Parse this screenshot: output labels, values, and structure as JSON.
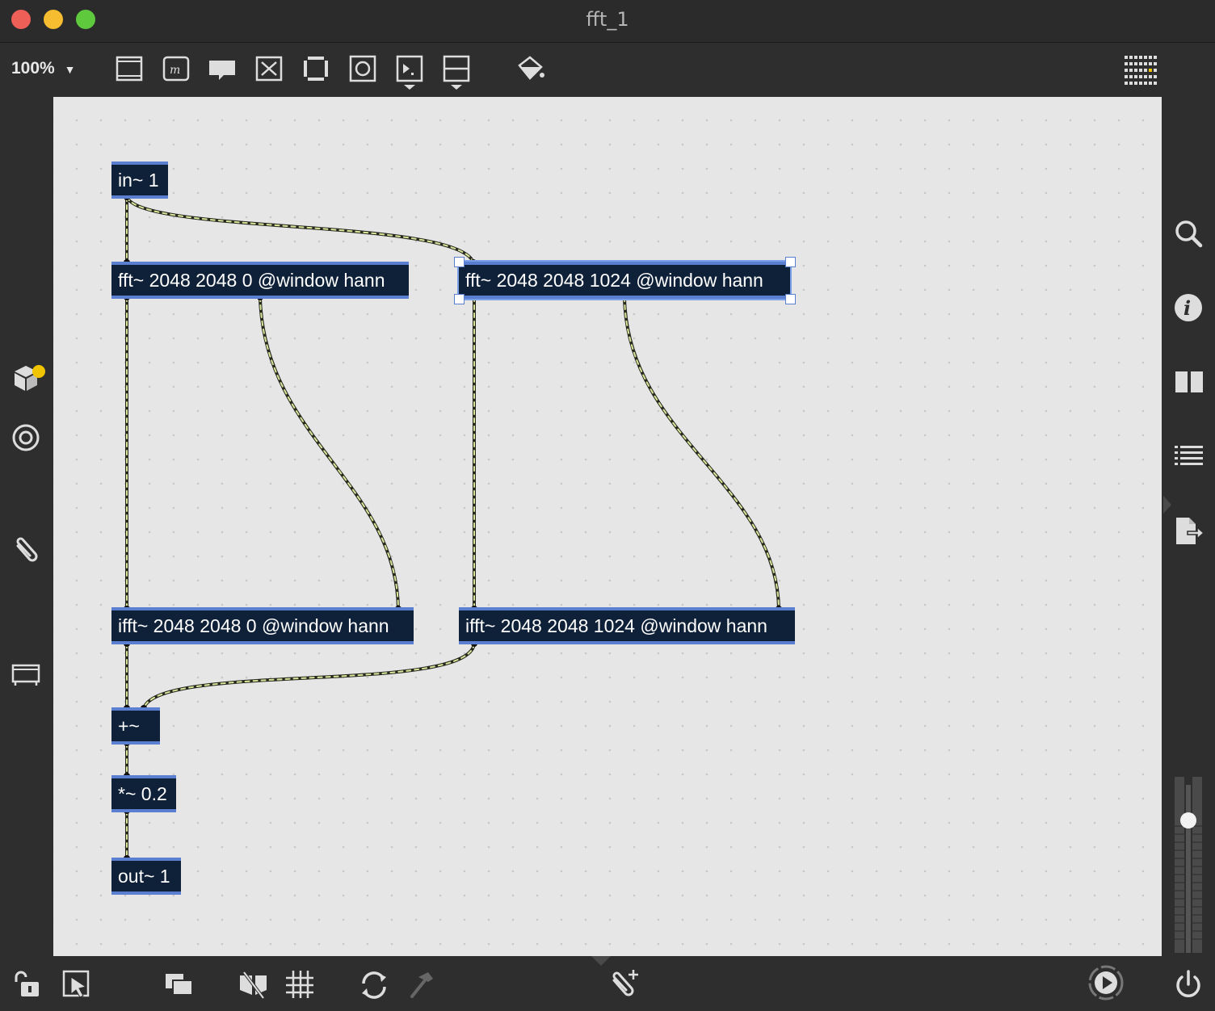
{
  "window": {
    "title": "fft_1"
  },
  "toolbar": {
    "zoom_label": "100%"
  },
  "patch": {
    "objects": {
      "in": "in~ 1",
      "fft_a": "fft~ 2048 2048 0 @window hann",
      "fft_b": "fft~ 2048 2048 1024 @window hann",
      "ifft_a": "ifft~ 2048 2048 0 @window hann",
      "ifft_b": "ifft~ 2048 2048 1024 @window hann",
      "plus": "+~",
      "mult": "*~ 0.2",
      "out": "out~ 1"
    }
  },
  "colors": {
    "canvas": "#e6e6e6",
    "object_fill": "#0f2138",
    "object_border": "#5a7fd0",
    "patch_cord": "#d8e89a",
    "close": "#ee5f57",
    "minimize": "#f5bd2f",
    "zoom": "#5fc93e"
  }
}
